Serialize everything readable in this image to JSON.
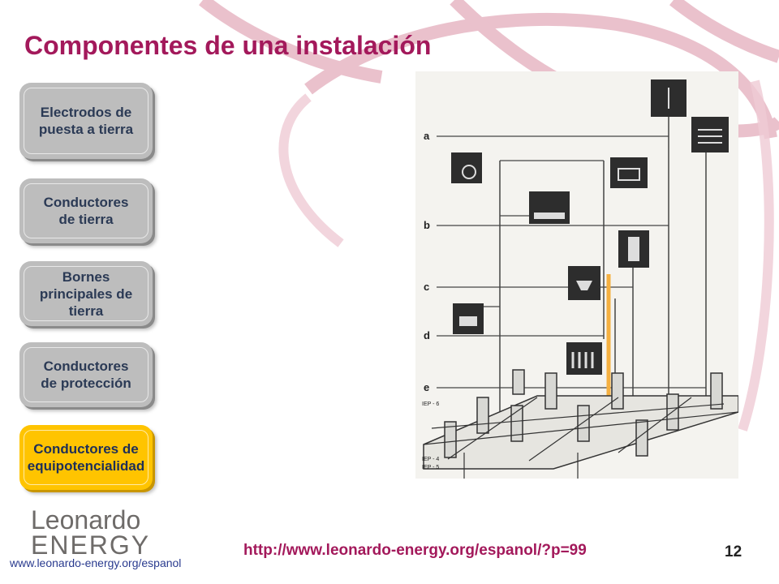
{
  "title": "Componentes de una instalación",
  "menu": [
    {
      "label": "Electrodos de puesta a tierra",
      "active": false
    },
    {
      "label": "Conductores de tierra",
      "active": false
    },
    {
      "label": "Bornes principales de tierra",
      "active": false
    },
    {
      "label": "Conductores de protección",
      "active": false
    },
    {
      "label": "Conductores de equipotencialidad",
      "active": true
    }
  ],
  "diagram": {
    "floor_labels": [
      "a",
      "b",
      "c",
      "d",
      "e"
    ],
    "iep_labels": [
      "IEP - 6",
      "IEP - 4",
      "IEP - 5"
    ],
    "highlight_color": "#f5b041"
  },
  "logo": {
    "line1": "Leonardo",
    "line2": "ENERGY"
  },
  "footer": {
    "site": "www.leonardo-energy.org/espanol",
    "url": "http://www.leonardo-energy.org/espanol/?p=99",
    "page": "12"
  },
  "colors": {
    "title": "#a3195b",
    "menu_inactive": "#bdbdbd",
    "menu_active": "#ffc400",
    "menu_text": "#2b3a55"
  }
}
